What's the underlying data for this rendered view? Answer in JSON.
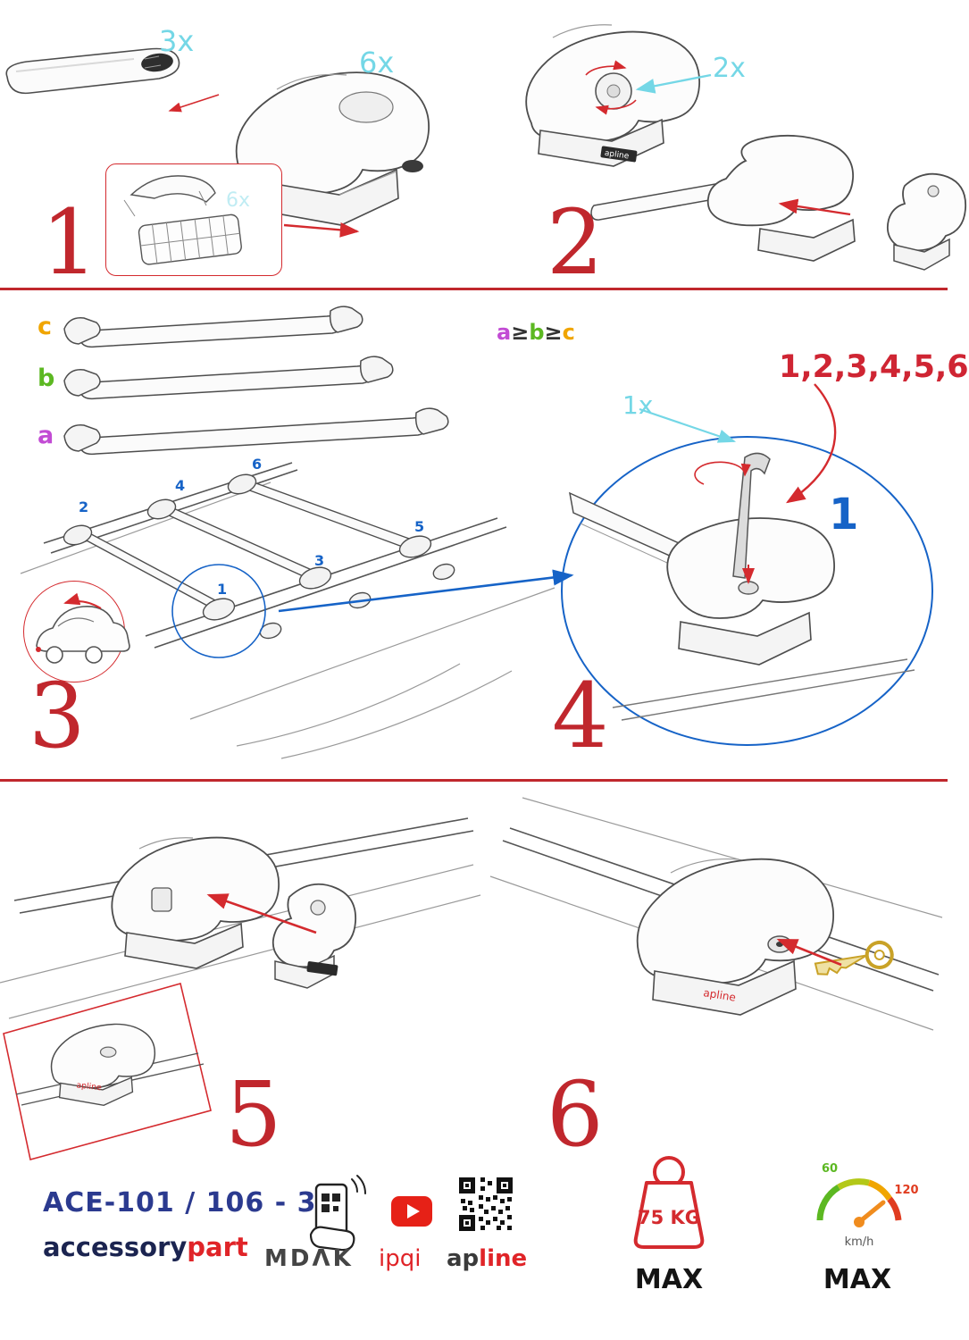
{
  "colors": {
    "red": "#c0272d",
    "arrow_red": "#d42a2e",
    "cyan": "#74d7e6",
    "blue": "#1663c7",
    "navy": "#2b3a8f",
    "green": "#5cb822",
    "orange": "#f0a500",
    "purple": "#c24bd4"
  },
  "step1": {
    "number": "1",
    "bar_qty": "3x",
    "foot_qty": "6x",
    "pad_qty": "6x"
  },
  "step2": {
    "number": "2",
    "knob_qty": "2x"
  },
  "step3": {
    "number": "3",
    "bar_labels": {
      "c": "c",
      "b": "b",
      "a": "a"
    },
    "inequality": {
      "a": "a",
      "ge1": "≥",
      "b": "b",
      "ge2": "≥",
      "c": "c"
    },
    "positions": [
      "1",
      "2",
      "3",
      "4",
      "5",
      "6"
    ]
  },
  "step4": {
    "number": "4",
    "key_qty": "1x",
    "sequence": "1,2,3,4,5,6",
    "start": "1"
  },
  "step5": {
    "number": "5"
  },
  "step6": {
    "number": "6"
  },
  "foot_brand": "apline",
  "footer": {
    "product_code": "ACE-101 / 106 - 3X",
    "brand_accessory": "accessory",
    "brand_part": "part",
    "brand_mdak": "MDΛK",
    "brand_ipqi": "ipqi",
    "brand_ap": "ap",
    "brand_line": "line",
    "weight_value": "75 KG",
    "weight_max": "MAX",
    "speed_min": "60",
    "speed_max_value": "120",
    "speed_unit": "km/h",
    "speed_max": "MAX"
  }
}
